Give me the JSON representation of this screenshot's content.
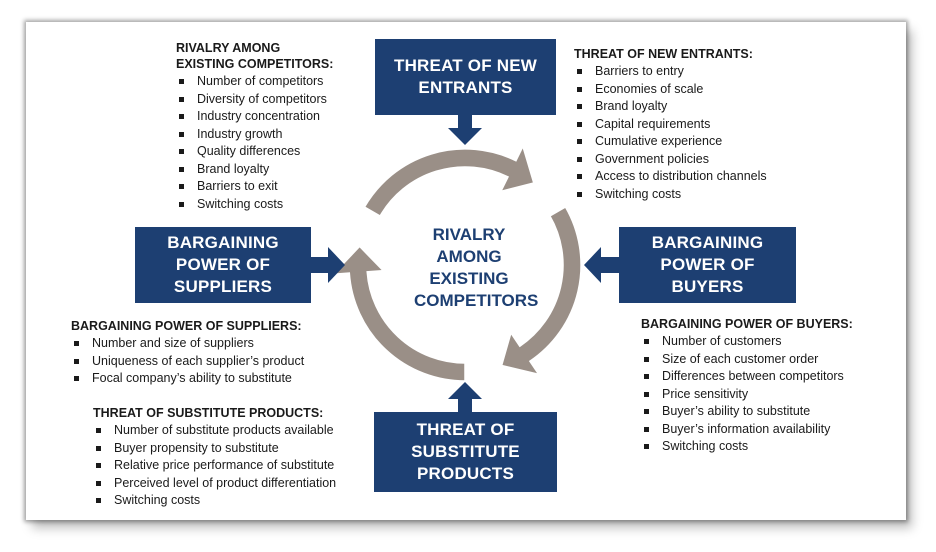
{
  "center": {
    "lines": [
      "RIVALRY",
      "AMONG",
      "EXISTING",
      "COMPETITORS"
    ]
  },
  "forces": {
    "new_entrants": [
      "THREAT OF NEW",
      "ENTRANTS"
    ],
    "suppliers": [
      "BARGAINING",
      "POWER OF",
      "SUPPLIERS"
    ],
    "buyers": [
      "BARGAINING",
      "POWER OF",
      "BUYERS"
    ],
    "substitutes": [
      "THREAT OF",
      "SUBSTITUTE",
      "PRODUCTS"
    ]
  },
  "rivalry_block": {
    "heading": [
      "RIVALRY AMONG",
      "EXISTING COMPETITORS:"
    ],
    "items": [
      "Number of competitors",
      "Diversity of competitors",
      "Industry concentration",
      "Industry growth",
      "Quality differences",
      "Brand loyalty",
      "Barriers to exit",
      "Switching costs"
    ]
  },
  "entrants_block": {
    "heading": "THREAT OF NEW ENTRANTS:",
    "items": [
      "Barriers to entry",
      "Economies of scale",
      "Brand loyalty",
      "Capital requirements",
      "Cumulative experience",
      "Government policies",
      "Access to distribution channels",
      "Switching costs"
    ]
  },
  "suppliers_block": {
    "heading": "BARGAINING POWER OF SUPPLIERS:",
    "items": [
      "Number  and size of suppliers",
      "Uniqueness of each supplier’s product",
      "Focal company’s ability to substitute"
    ]
  },
  "buyers_block": {
    "heading": "BARGAINING POWER OF BUYERS:",
    "items": [
      "Number of customers",
      "Size of each customer order",
      "Differences between competitors",
      "Price sensitivity",
      "Buyer’s ability to substitute",
      "Buyer’s information availability",
      "Switching costs"
    ]
  },
  "substitutes_block": {
    "heading": "THREAT OF SUBSTITUTE PRODUCTS:",
    "items": [
      "Number of substitute products available",
      "Buyer propensity to substitute",
      "Relative price performance of substitute",
      "Perceived level of product differentiation",
      "Switching costs"
    ]
  },
  "colors": {
    "navy": "#1d3f72",
    "ring": "#9a8f87",
    "text": "#1a1a1a"
  }
}
